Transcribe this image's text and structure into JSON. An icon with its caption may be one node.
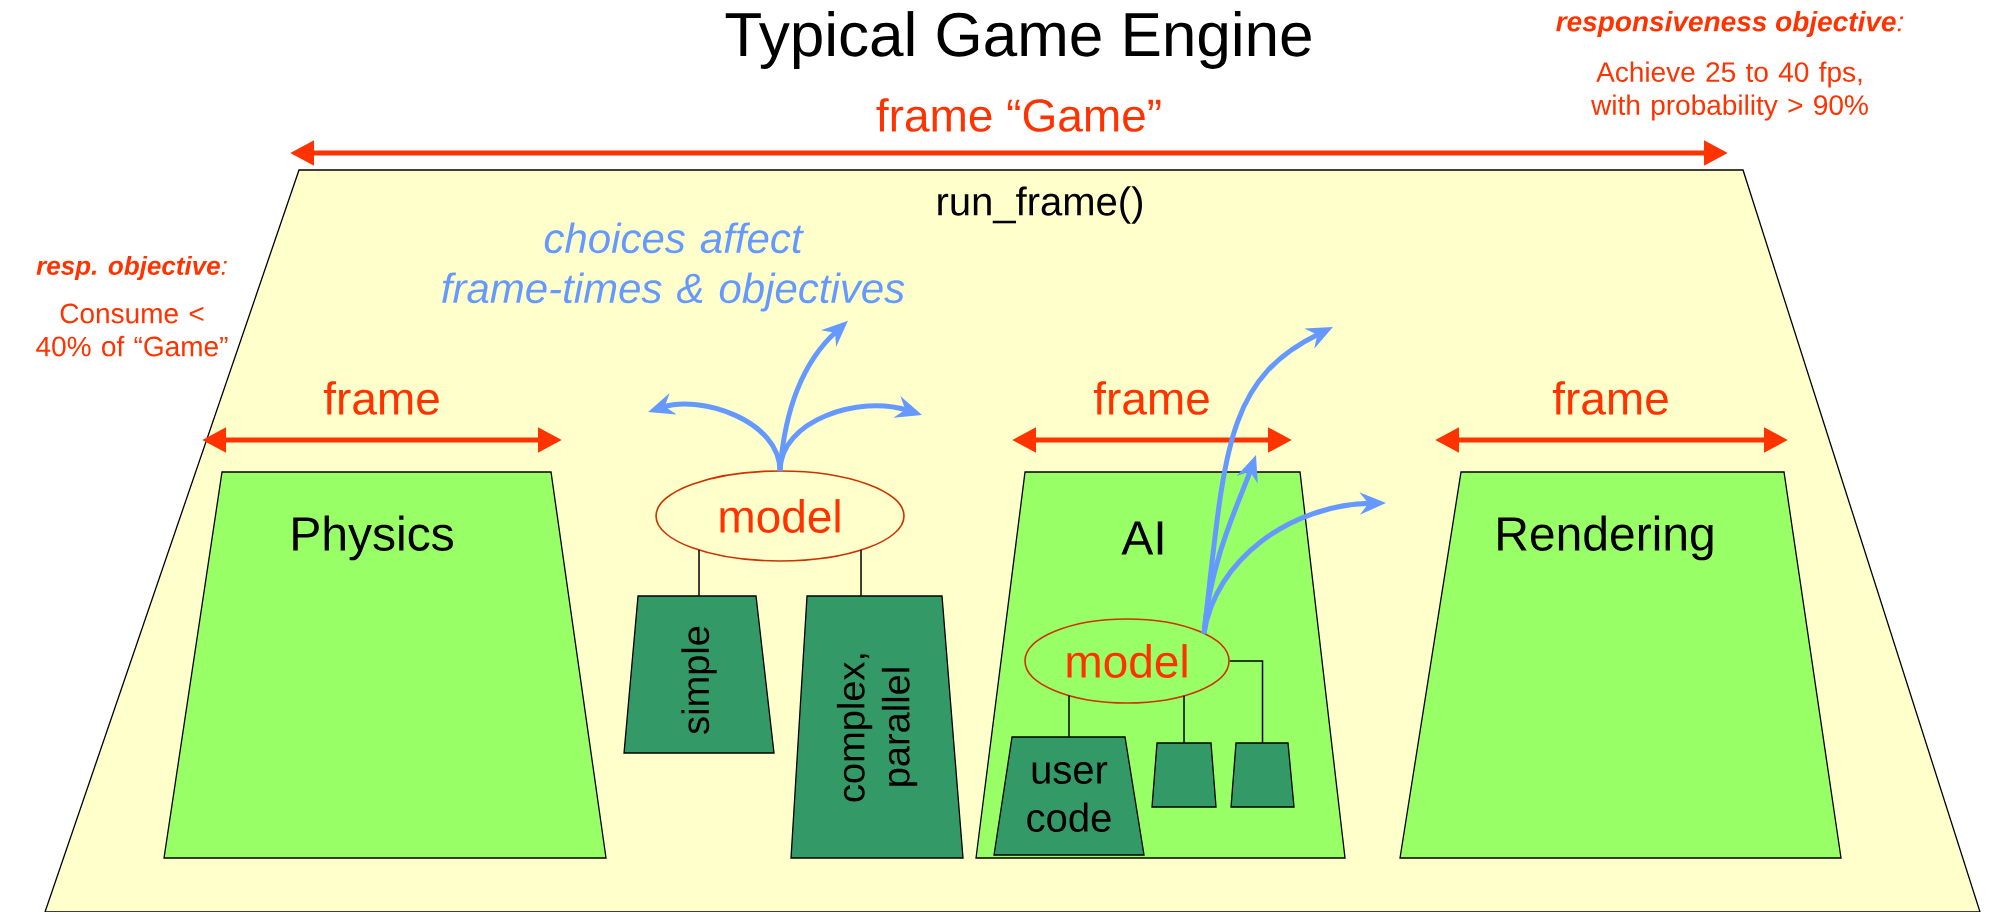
{
  "diagram": {
    "title": "Typical Game Engine",
    "nodes": [
      {
        "text": [
          "run_frame()"
        ]
      },
      {
        "text": [
          "Physics"
        ],
        "in": 0
      },
      {
        "text": [
          "model"
        ],
        "in": 0
      },
      {
        "text": [
          "simple"
        ],
        "in": 0
      },
      {
        "text": [
          "complex, parallel"
        ],
        "in": 0
      },
      {
        "text": [
          "AI"
        ],
        "in": 0
      },
      {
        "text": [
          "model"
        ],
        "in": 5
      },
      {
        "text": [
          "user code"
        ],
        "in": 5
      },
      {
        "text": [],
        "shape": "box",
        "in": 5
      },
      {
        "text": [],
        "shape": "box",
        "in": 5
      },
      {
        "text": [
          "Rendering"
        ],
        "in": 0
      },
      {
        "text": [
          "choices affect frame-times & objectives"
        ],
        "in": 0
      }
    ],
    "edges": [
      {
        "from": 2,
        "to": 3,
        "arrow": "none",
        "color": "#000000"
      },
      {
        "from": 2,
        "to": 4,
        "arrow": "none",
        "color": "#000000"
      },
      {
        "from": 6,
        "to": 7,
        "arrow": "none",
        "color": "#000000"
      },
      {
        "from": 6,
        "to": 8,
        "arrow": "none",
        "color": "#000000"
      },
      {
        "from": 6,
        "to": 9,
        "arrow": "none",
        "color": "#000000"
      },
      {
        "from": 2,
        "to": null,
        "arrow": "to"
      },
      {
        "from": 2,
        "to": 11,
        "arrow": "to"
      },
      {
        "from": 2,
        "to": null,
        "arrow": "to"
      },
      {
        "from": 6,
        "to": null,
        "arrow": "to"
      },
      {
        "from": 6,
        "to": null,
        "arrow": "to"
      },
      {
        "from": 6,
        "to": null,
        "arrow": "to"
      }
    ],
    "labels": [
      "frame “Game”",
      "**responsiveness objective**:",
      "Achieve 25 to 40 fps, with probability > 90%",
      "**resp. objective**:",
      "Consume < 40% of “Game”",
      "frame",
      "frame",
      "frame"
    ]
  }
}
